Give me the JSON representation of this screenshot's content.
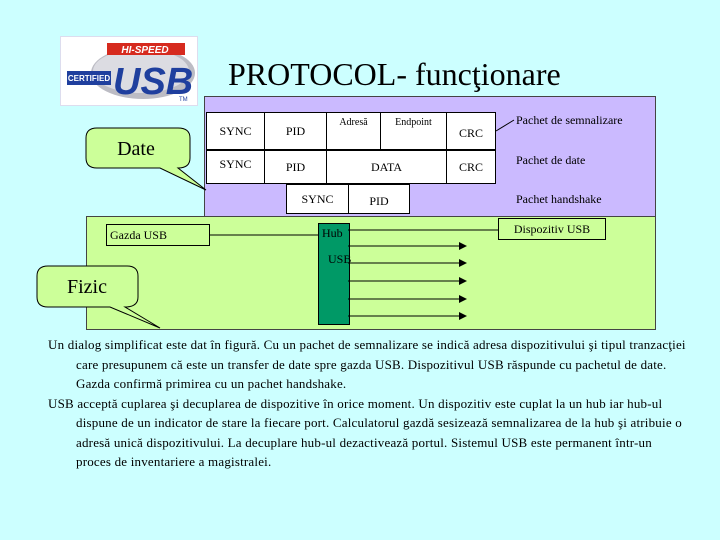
{
  "logo": {
    "top_text": "HI-SPEED",
    "side_text": "CERTIFIED",
    "main_text": "USB",
    "mark": "TM",
    "colors": {
      "blue": "#1f3f9e",
      "red": "#d62a1e",
      "gray": "#bcbcc4"
    }
  },
  "title": "PROTOCOL- funcţionare",
  "callouts": {
    "data": "Date",
    "physical": "Fizic"
  },
  "packets": {
    "row1": {
      "sync": "SYNC",
      "pid": "PID",
      "address": "Adresă",
      "endpoint": "Endpoint",
      "crc": "CRC"
    },
    "row2": {
      "sync": "SYNC",
      "pid": "PID",
      "data": "DATA",
      "crc": "CRC"
    },
    "row3": {
      "sync": "SYNC",
      "pid": "PID"
    }
  },
  "packet_labels": {
    "token": "Pachet de semnalizare",
    "data": "Pachet de date",
    "handshake": "Pachet handshake"
  },
  "physical": {
    "host": "Gazda USB",
    "device": "Dispozitiv USB",
    "hub": "Hub",
    "hub_sub": "USB"
  },
  "paragraphs": [
    "Un dialog simplificat este dat în figură. Cu un pachet de semnalizare se indică adresa dispozitivului şi tipul tranzacţiei care presupunem că este un transfer de date spre gazda USB. Dispozitivul USB răspunde cu pachetul de date. Gazda confirmă primirea cu un pachet handshake.",
    "USB acceptă cuplarea şi decuplarea de dispozitive în orice moment. Un dispozitiv este cuplat la un hub iar hub-ul dispune de un indicator de stare la fiecare port. Calculatorul gazdă sesizează semnalizarea de la hub şi atribuie o adresă unică dispozitivului. La decuplare hub-ul dezactivează portul. Sistemul USB este permanent într-un proces de inventariere a magistralei."
  ],
  "colors": {
    "background": "#ccffff",
    "protocol_panel": "#cbbaff",
    "physical_panel": "#ccff99",
    "hub": "#009966",
    "callout": "#ccff99"
  }
}
